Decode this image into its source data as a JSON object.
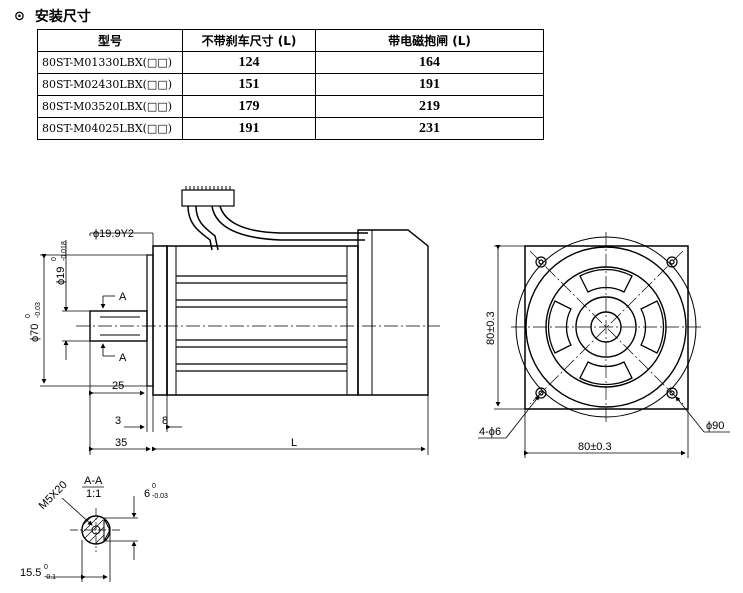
{
  "header": {
    "icon": "circled-dot-icon",
    "symbol": "⊙",
    "title": "安装尺寸"
  },
  "table": {
    "columns": [
      "型号",
      "不带刹车尺寸 (L)",
      "带电磁抱闸 (L)"
    ],
    "rows": [
      {
        "model": "80ST-M01330LBX(□□)",
        "no_brake": "124",
        "with_brake": "164"
      },
      {
        "model": "80ST-M02430LBX(□□)",
        "no_brake": "151",
        "with_brake": "191"
      },
      {
        "model": "80ST-M03520LBX(□□)",
        "no_brake": "179",
        "with_brake": "219"
      },
      {
        "model": "80ST-M04025LBX(□□)",
        "no_brake": "191",
        "with_brake": "231"
      }
    ]
  },
  "side_view": {
    "dim_flange_step": "ϕ19.9Y2",
    "dim_shaft_dia": "ϕ19",
    "dim_shaft_tol_top": "0",
    "dim_shaft_tol_bottom": "-0.018",
    "dim_pilot_dia": "ϕ70",
    "dim_pilot_tol_top": "0",
    "dim_pilot_tol_bottom": "-0.03",
    "section_mark": "A",
    "dim_shaft_len": "25",
    "dim_pilot_len": "3",
    "dim_flange_thk": "8",
    "dim_total_front": "35",
    "dim_body_len": "L"
  },
  "front_view": {
    "dim_height": "80±0.3",
    "dim_width": "80±0.3",
    "dim_holes": "4-ϕ6",
    "dim_pcd": "ϕ90"
  },
  "section_view": {
    "title": "A-A",
    "scale": "1:1",
    "thread": "M5X20",
    "key_width": "6",
    "key_tol_top": "0",
    "key_tol_bottom": "-0.03",
    "key_depth": "15.5",
    "key_depth_tol_top": "0",
    "key_depth_tol_bottom": "-0.1"
  }
}
